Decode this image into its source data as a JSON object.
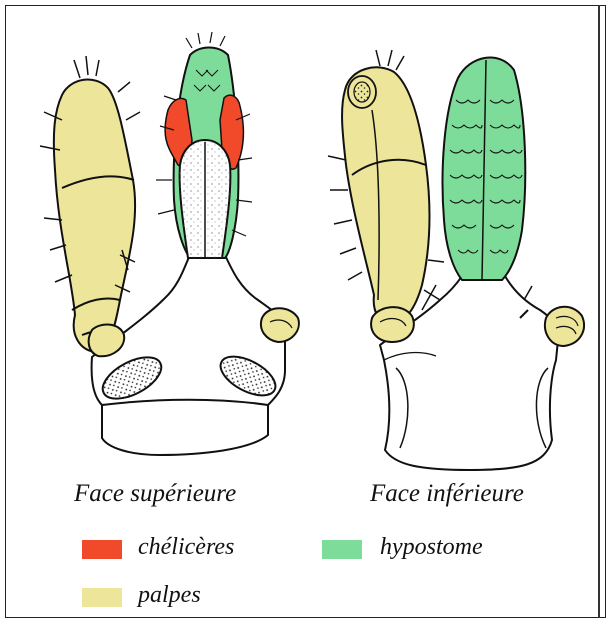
{
  "captions": {
    "upper": "Face supérieure",
    "lower": "Face inférieure"
  },
  "legend": [
    {
      "id": "chelicerae",
      "label": "chélicères",
      "color": "#f04a2a"
    },
    {
      "id": "hypostome",
      "label": "hypostome",
      "color": "#7ddc9a"
    },
    {
      "id": "palps",
      "label": "palpes",
      "color": "#ece59a"
    }
  ],
  "colors": {
    "outline": "#111111",
    "body": "#ffffff",
    "palp": "#ece59a",
    "hypostome": "#7ddc9a",
    "chelicera": "#f04a2a"
  }
}
